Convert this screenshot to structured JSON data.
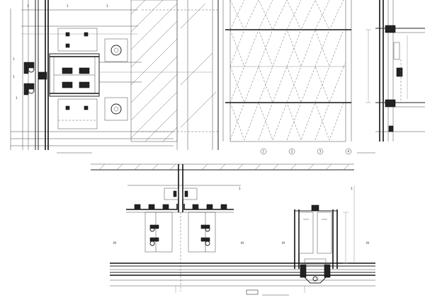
{
  "drawing": {
    "top_left_detail": {
      "title": "",
      "dims": [
        "1",
        "1",
        "1"
      ]
    },
    "elevation_panel": {
      "axis_marks": [
        "1",
        "2",
        "3",
        "4"
      ]
    },
    "right_section": {
      "title": ""
    },
    "bottom_plan": {
      "title": "",
      "title_suffix": "",
      "notes": [
        "M",
        "M",
        "M",
        "M"
      ],
      "dims": [
        "1",
        "1"
      ],
      "caption": ""
    }
  }
}
